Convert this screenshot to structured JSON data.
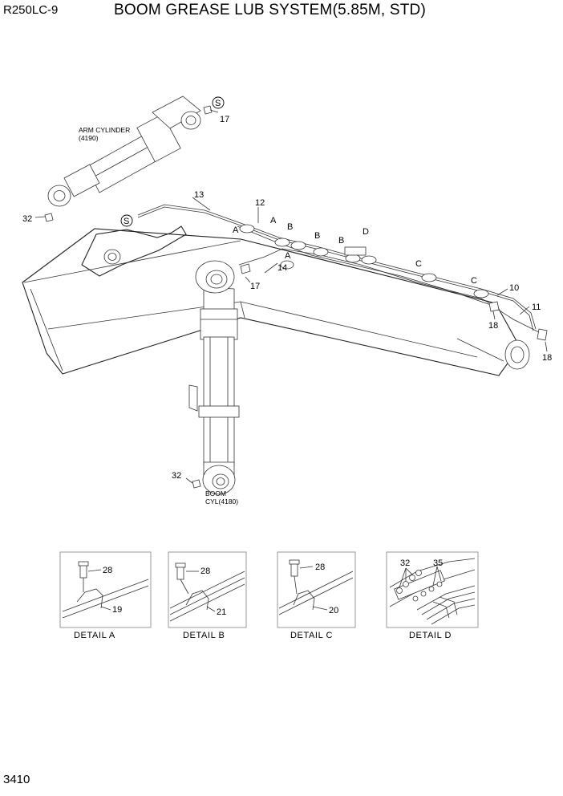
{
  "header": {
    "model": "R250LC-9",
    "title": "BOOM GREASE LUB SYSTEM(5.85M, STD)"
  },
  "footer": {
    "page_number": "3410"
  },
  "labels": {
    "arm_cylinder": [
      "ARM CYLINDER",
      "(4190)"
    ],
    "boom_cylinder": [
      "BOOM",
      "CYL(4180)"
    ]
  },
  "callouts": {
    "c17a": "17",
    "c13": "13",
    "c32a": "32",
    "c12": "12",
    "c14": "14",
    "c17b": "17",
    "c10": "10",
    "c11": "11",
    "c18a": "18",
    "c18b": "18",
    "c32b": "32"
  },
  "section_markers": {
    "s1": "S",
    "s2": "S",
    "a1": "A",
    "a2": "A",
    "a3": "A",
    "b1": "B",
    "b2": "B",
    "b3": "B",
    "c1": "C",
    "c2": "C",
    "d1": "D"
  },
  "details": [
    {
      "name": "DETAIL  A",
      "parts": [
        "28",
        "19"
      ]
    },
    {
      "name": "DETAIL  B",
      "parts": [
        "28",
        "21"
      ]
    },
    {
      "name": "DETAIL  C",
      "parts": [
        "28",
        "20"
      ]
    },
    {
      "name": "DETAIL  D",
      "parts": [
        "32",
        "35"
      ]
    }
  ]
}
